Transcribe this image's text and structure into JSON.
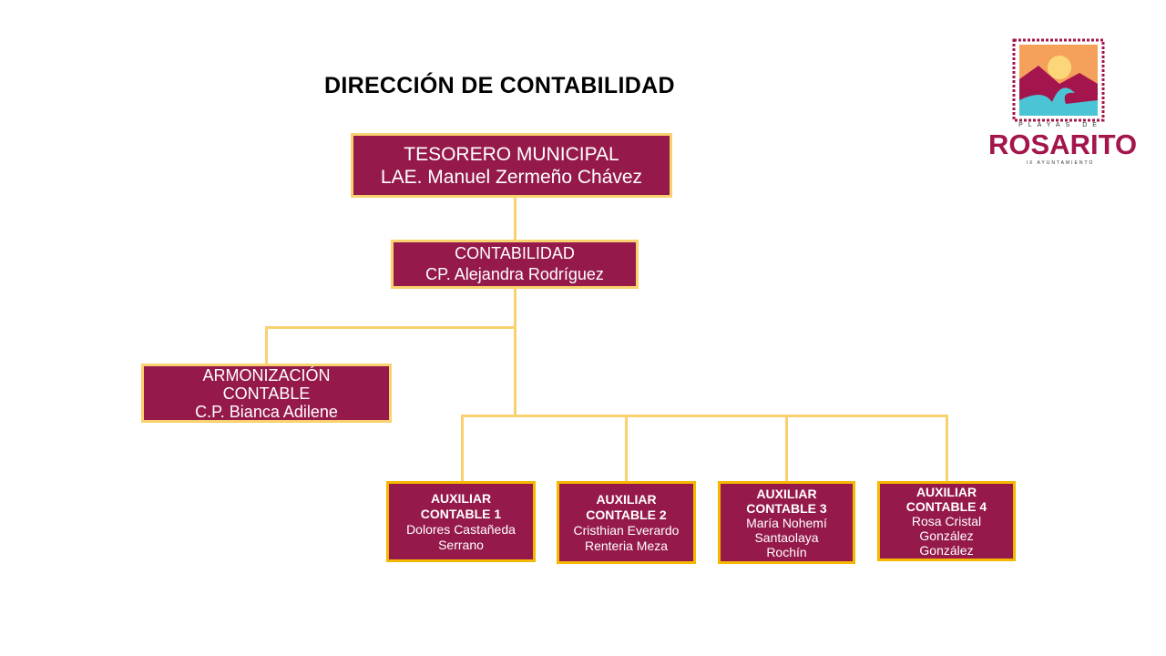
{
  "title": "DIRECCIÓN DE CONTABILIDAD",
  "logo": {
    "top": "PLAYAS DE",
    "name": "ROSARITO",
    "sub": "IX AYUNTAMIENTO"
  },
  "nodes": {
    "tesorero": {
      "role": "TESORERO MUNICIPAL",
      "name": "LAE. Manuel Zermeño Chávez"
    },
    "contabilidad": {
      "role": "CONTABILIDAD",
      "name": "CP. Alejandra Rodríguez"
    },
    "armonizacion": {
      "role1": "ARMONIZACIÓN",
      "role2": "CONTABLE",
      "name": "C.P. Bianca Adilene"
    },
    "aux": [
      {
        "role1": "AUXILIAR",
        "role2": "CONTABLE 1",
        "name1": "Dolores Castañeda",
        "name2": "Serrano",
        "name3": ""
      },
      {
        "role1": "AUXILIAR",
        "role2": "CONTABLE 2",
        "name1": "Cristhian Everardo",
        "name2": "Renteria Meza",
        "name3": ""
      },
      {
        "role1": "AUXILIAR",
        "role2": "CONTABLE 3",
        "name1": "María Nohemí",
        "name2": "Santaolaya",
        "name3": "Rochín"
      },
      {
        "role1": "AUXILIAR",
        "role2": "CONTABLE 4",
        "name1": "Rosa Cristal",
        "name2": "González",
        "name3": "González"
      }
    ]
  },
  "colors": {
    "box": "#951a4b",
    "border": "#f9d16e",
    "aux_border": "#f5b800"
  }
}
